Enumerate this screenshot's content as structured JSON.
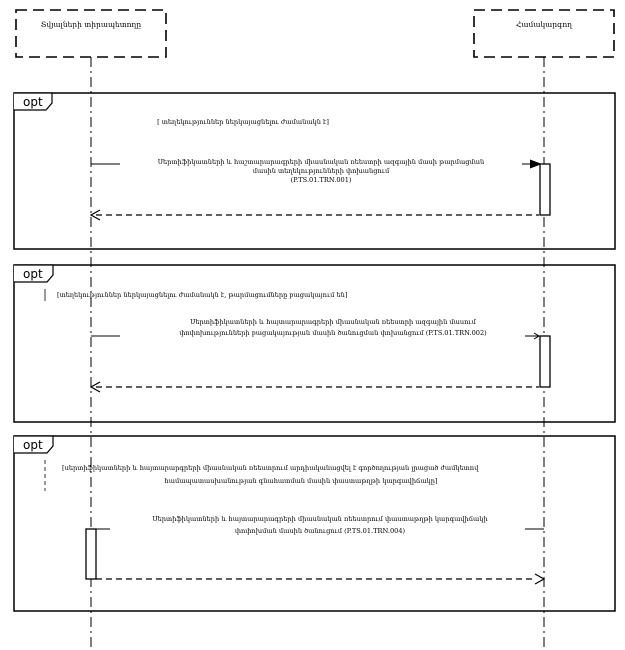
{
  "lifelines": [
    {
      "label": "Տվյալների տիրապետողը"
    },
    {
      "label": "Համակարգող"
    }
  ],
  "fragments": [
    {
      "operator": "opt",
      "guard": [
        "[ տեղեկություններ ներկայացնելու ժամանակն է]"
      ],
      "message": [
        "Սերտիֆիկատների և հաշտարարագրերի միասնական ռեեստրի ազգային մասի թարմացման",
        "մասին տեղեկությունների փոխանցում",
        "(P.TS.01.TRN.001)"
      ]
    },
    {
      "operator": "opt",
      "guard": [
        "[տեղեկություններ ներկայացնելու ժամանակն է, թարմացումները բացակայում են]"
      ],
      "message": [
        "Սերտիֆիկատների և հայտարարագրերի միասնական ռեեստրի ազգային մասում",
        "փոփոխությունների բացակայության մասին ծանուցման փոխանցում (P.TS.01.TRN.002)"
      ]
    },
    {
      "operator": "opt",
      "guard": [
        "[սերտիֆիկատների և հայտարարգրերի միասնական ռեեստրում արդիականացվել է գործողության լրացած ժամկետով",
        "համապատասխանության գնահատման մասին փաստաթղթի կարգավիճակը]"
      ],
      "message": [
        "Սերտիֆիկատների և հայտարարագրերի միասնական ռեեստրում փաստաթղթի կարգավիճակի",
        "փոփոխման մասին ծանուցում (P.TS.01.TRN.004)"
      ]
    }
  ]
}
